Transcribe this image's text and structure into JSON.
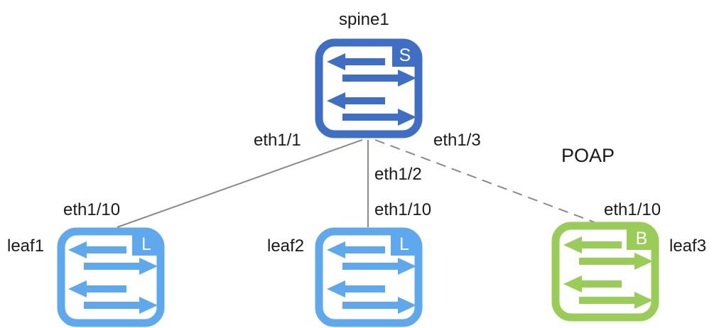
{
  "nodes": {
    "spine1": {
      "name": "spine1",
      "badge": "S",
      "color": "#3f6fc4"
    },
    "leaf1": {
      "name": "leaf1",
      "badge": "L",
      "color": "#5ea8ee"
    },
    "leaf2": {
      "name": "leaf2",
      "badge": "L",
      "color": "#5ea8ee"
    },
    "leaf3": {
      "name": "leaf3",
      "badge": "B",
      "color": "#9acd57"
    }
  },
  "links": {
    "spine_leaf1": {
      "from_port": "eth1/1",
      "to_port": "eth1/10"
    },
    "spine_leaf2": {
      "from_port": "eth1/2",
      "to_port": "eth1/10"
    },
    "spine_leaf3": {
      "from_port": "eth1/3",
      "to_port": "eth1/10",
      "style": "dashed"
    }
  },
  "annotation": {
    "poap": "POAP"
  },
  "link_color": "#8a8a8a"
}
